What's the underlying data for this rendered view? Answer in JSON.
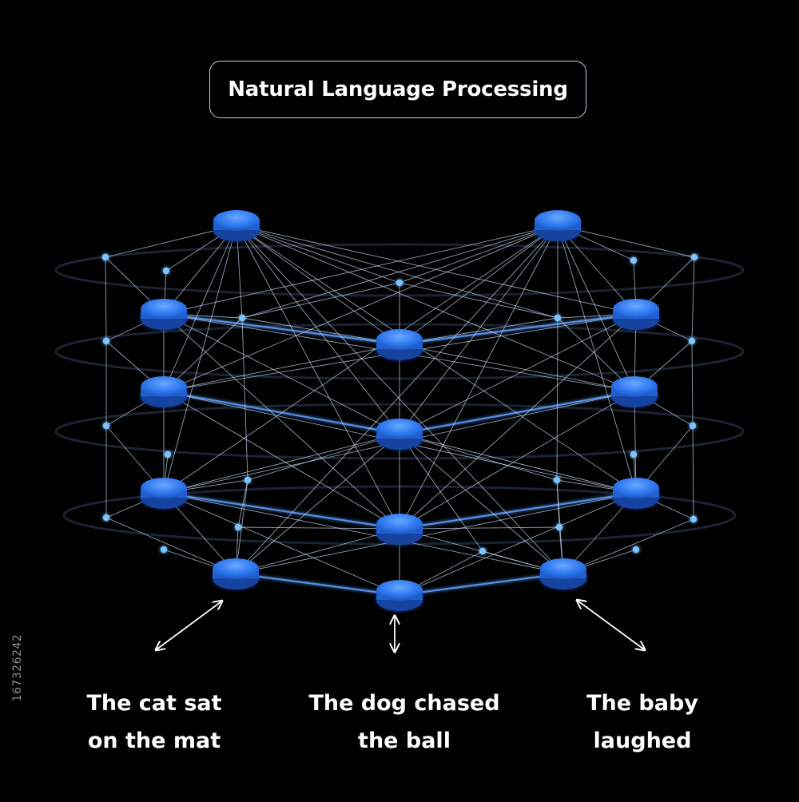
{
  "title": "Natural Language Processing",
  "captions": {
    "left": [
      "The cat sat",
      "on the mat"
    ],
    "middle": [
      "The dog chased",
      "the ball"
    ],
    "right": [
      "The baby",
      "laughed"
    ]
  },
  "stock_id": "167326242",
  "colors": {
    "background": "#000000",
    "node": "#2f78f0",
    "node_top": "#4f95ff",
    "edge": "#c8dcf5",
    "edge_glow": "#5aa0ff",
    "dot": "#7cc4ff",
    "arrow": "#ffffff",
    "title_border": "#b9cde6"
  }
}
